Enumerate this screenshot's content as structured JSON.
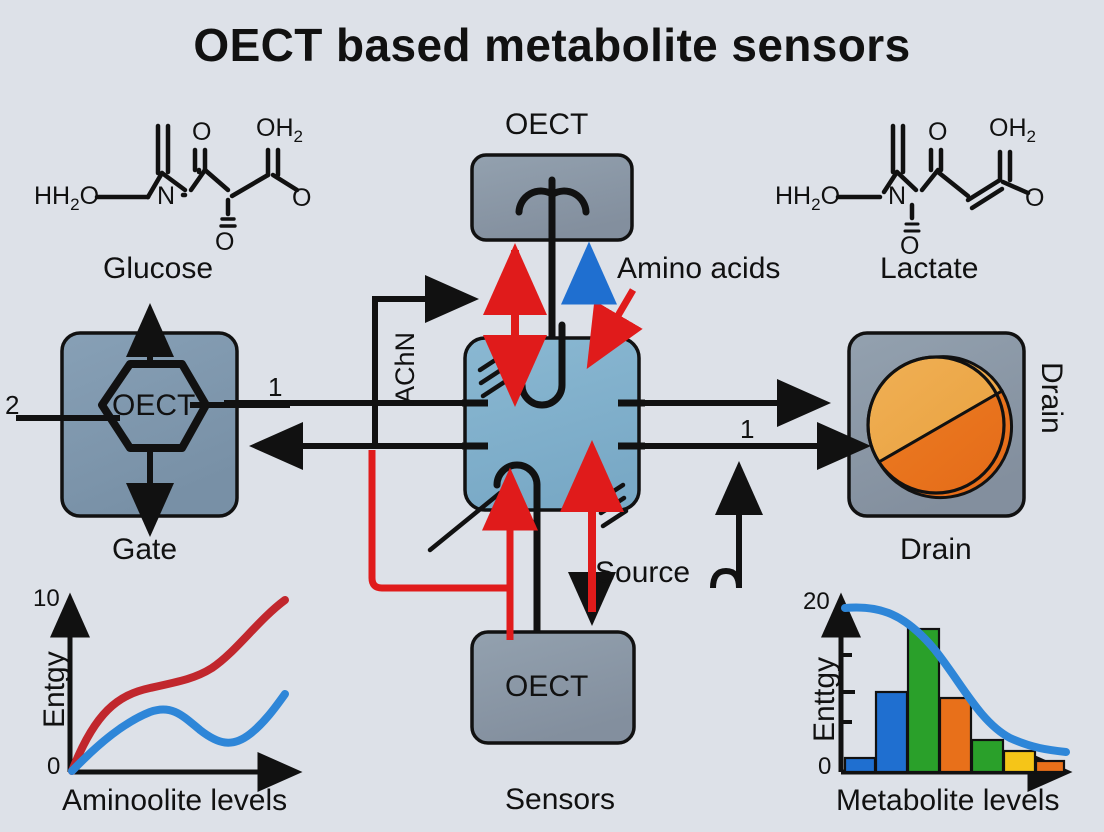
{
  "page": {
    "title": "OECT based metabolite sensors",
    "background_color": "#dde1e8"
  },
  "colors": {
    "background": "#dde1e8",
    "box_gray": "#8b99a8",
    "box_gate": "#7e96ad",
    "box_center": "#7fb0cd",
    "stroke_black": "#111111",
    "red": "#e01b1b",
    "blue": "#1f6fd0",
    "green": "#2aa02a",
    "orange": "#e8701a",
    "yellow": "#f5c518",
    "dark_red": "#c1272d",
    "circle_light": "#eda84a",
    "circle_dark": "#e8701a"
  },
  "molecules": {
    "left": {
      "name": "Glucose",
      "atoms": [
        "HH",
        "2",
        "O",
        "N",
        "O",
        "OH",
        "2",
        "O",
        "O"
      ],
      "labels": {
        "hh2o": "HH",
        "hh2o_sub": "2",
        "hh2o_tail": "O",
        "n": "N",
        "carbonyl_o": "O",
        "oh2": "OH",
        "oh2_sub": "2",
        "right_o": "O",
        "down_o": "O"
      }
    },
    "right": {
      "name": "Lactate",
      "labels": {
        "hh2o": "HH",
        "hh2o_sub": "2",
        "hh2o_tail": "O",
        "n": "N",
        "carbonyl_o": "O",
        "oh2": "OH",
        "oh2_sub": "2",
        "right_o": "O",
        "down_o": "O"
      }
    }
  },
  "blocks": {
    "top": {
      "caption": "OECT",
      "inner_text": "",
      "icon": "trident-curve-icon"
    },
    "gate": {
      "caption": "Gate",
      "inner_text": "OECT",
      "icon": "hexagon-icon"
    },
    "center": {
      "caption": "",
      "inner_text": "",
      "icon": "chip-hooks-icon"
    },
    "drain": {
      "caption": "Drain",
      "inner_text": "",
      "icon": "split-circle-icon"
    },
    "bottom": {
      "caption": "Sensors",
      "inner_text": "OECT",
      "icon": "none"
    }
  },
  "annotations": {
    "amino_acids": "Amino acids",
    "source": "Source",
    "achn": "AChN",
    "drain_side": "Drain",
    "num_left_outer": "2",
    "num_left_inner": "1",
    "num_right": "1"
  },
  "chart_data": [
    {
      "type": "line",
      "id": "left-line-chart",
      "title": "",
      "xlabel": "Aminoolite levels",
      "ylabel": "Entgy",
      "ylim": [
        0,
        10
      ],
      "ytick_labels": [
        "0",
        "10"
      ],
      "grid": false,
      "legend": "none",
      "x": [
        0,
        1,
        2,
        3,
        4,
        5,
        6,
        7,
        8,
        9,
        10
      ],
      "series": [
        {
          "name": "red-curve",
          "color": "#c1272d",
          "values": [
            0,
            2.1,
            3.4,
            4.2,
            4.6,
            4.8,
            5.0,
            5.6,
            6.8,
            8.4,
            9.7
          ]
        },
        {
          "name": "blue-curve",
          "color": "#2e86d8",
          "values": [
            0,
            1.0,
            1.9,
            2.7,
            3.2,
            3.1,
            2.5,
            1.9,
            1.8,
            2.7,
            4.2
          ]
        }
      ]
    },
    {
      "type": "bar",
      "id": "right-bar-chart",
      "title": "",
      "xlabel": "Metabolite levels",
      "ylabel": "Enttgy",
      "ylim": [
        0,
        20
      ],
      "ytick_labels": [
        "0",
        "20"
      ],
      "grid": false,
      "legend": "none",
      "categories": [
        "1",
        "2",
        "3",
        "4",
        "5",
        "6",
        "7"
      ],
      "values": [
        1.4,
        9.2,
        17.3,
        8.6,
        3.6,
        2.2,
        1.0
      ],
      "bar_colors": [
        "#1f6fd0",
        "#1f6fd0",
        "#2aa02a",
        "#e8701a",
        "#2aa02a",
        "#f5c518",
        "#e8701a"
      ],
      "overlay": {
        "name": "blue-decay-curve",
        "color": "#2e86d8",
        "x": [
          0,
          1,
          2,
          3,
          4,
          5,
          6,
          7
        ],
        "values": [
          19.6,
          19.4,
          18.4,
          15.2,
          10.2,
          6.0,
          3.8,
          3.0
        ]
      }
    }
  ]
}
